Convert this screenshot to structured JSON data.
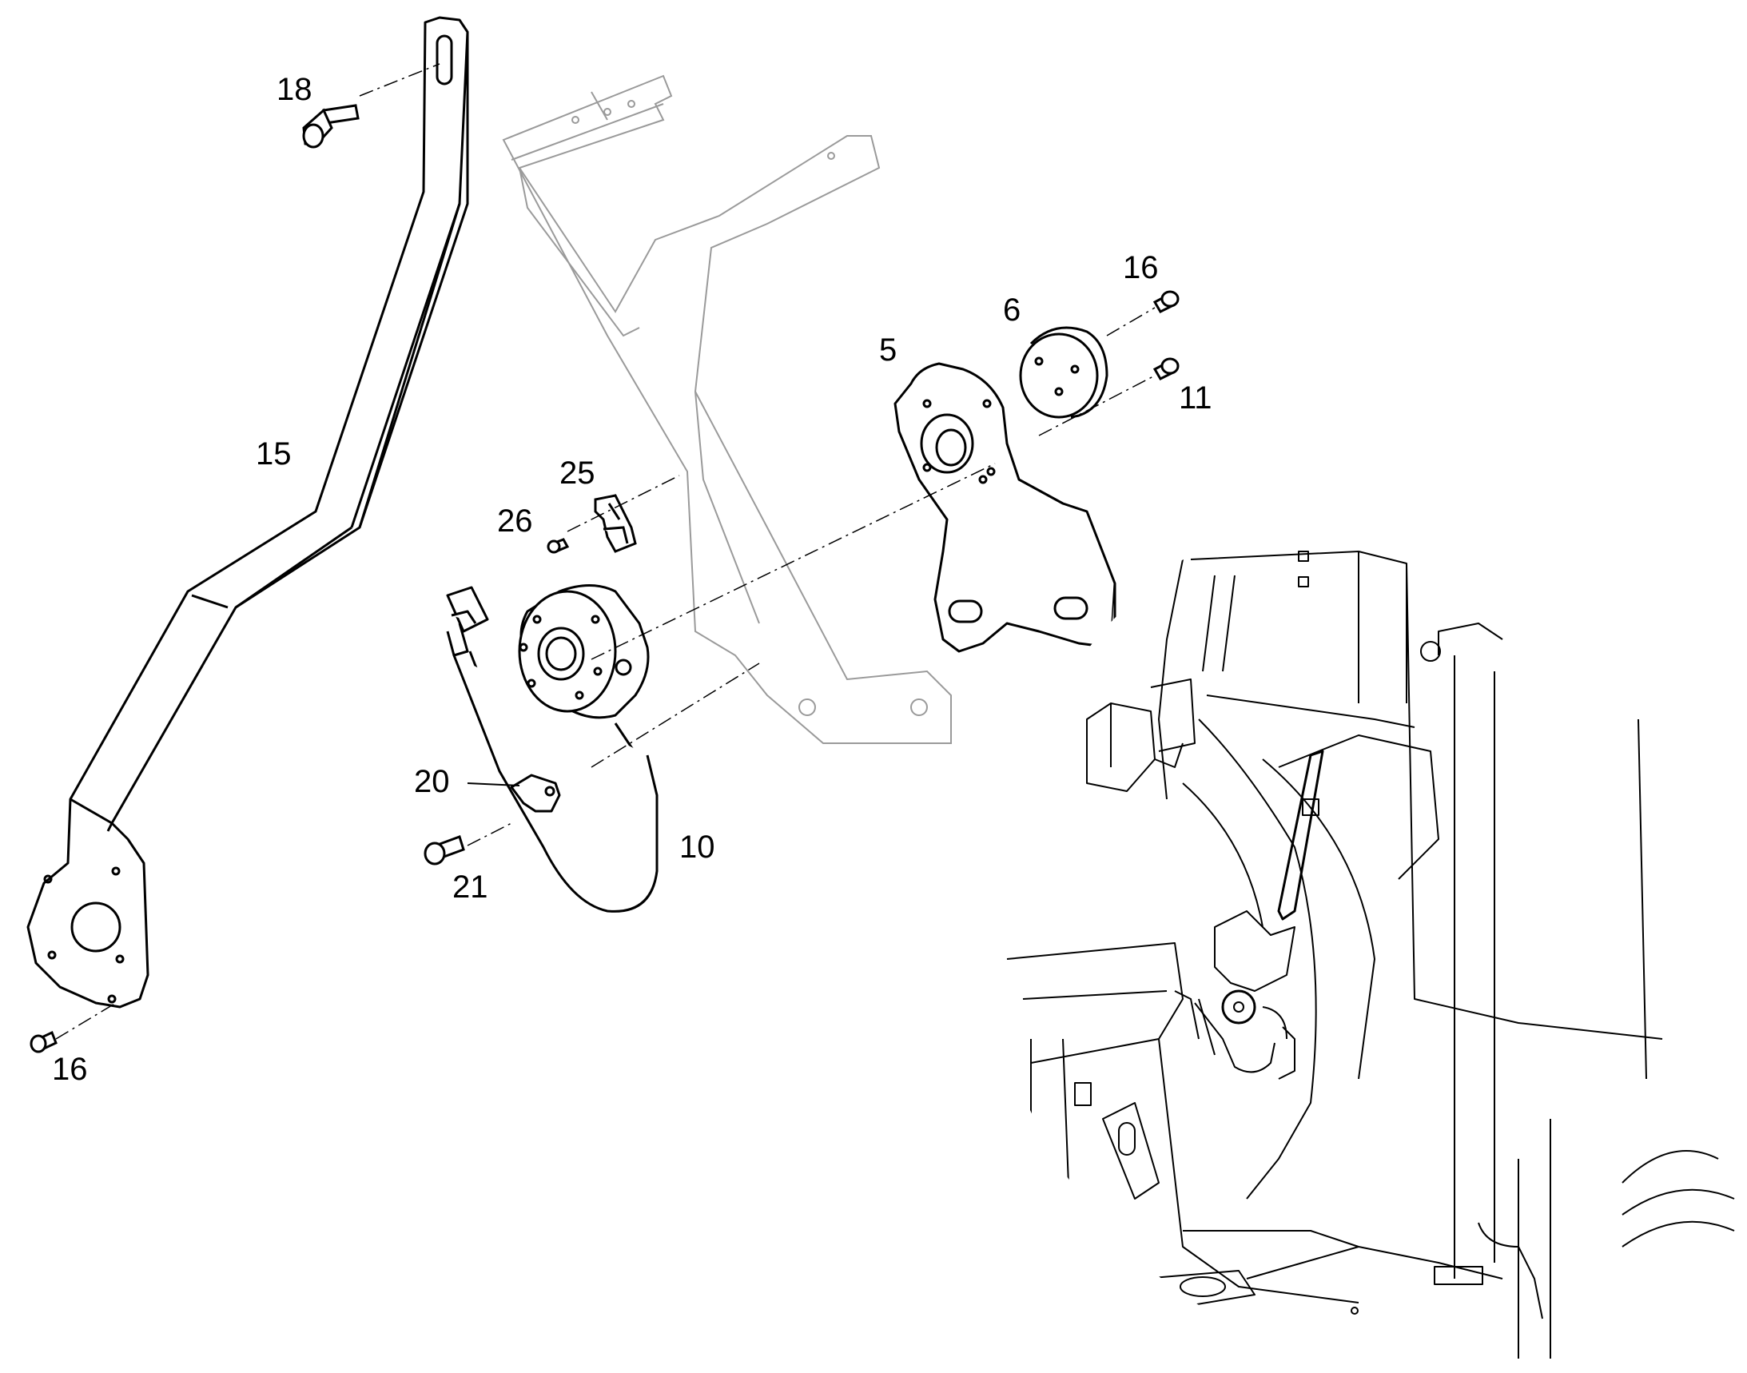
{
  "callouts": [
    {
      "id": "18",
      "label": "18"
    },
    {
      "id": "15",
      "label": "15"
    },
    {
      "id": "16a",
      "label": "16"
    },
    {
      "id": "16b",
      "label": "16"
    },
    {
      "id": "6",
      "label": "6"
    },
    {
      "id": "5",
      "label": "5"
    },
    {
      "id": "11",
      "label": "11"
    },
    {
      "id": "25",
      "label": "25"
    },
    {
      "id": "26",
      "label": "26"
    },
    {
      "id": "20",
      "label": "20"
    },
    {
      "id": "21",
      "label": "21"
    },
    {
      "id": "10",
      "label": "10"
    }
  ],
  "colors": {
    "part_line": "#000000",
    "ghost_line": "#9a9a9a",
    "background": "#ffffff"
  }
}
